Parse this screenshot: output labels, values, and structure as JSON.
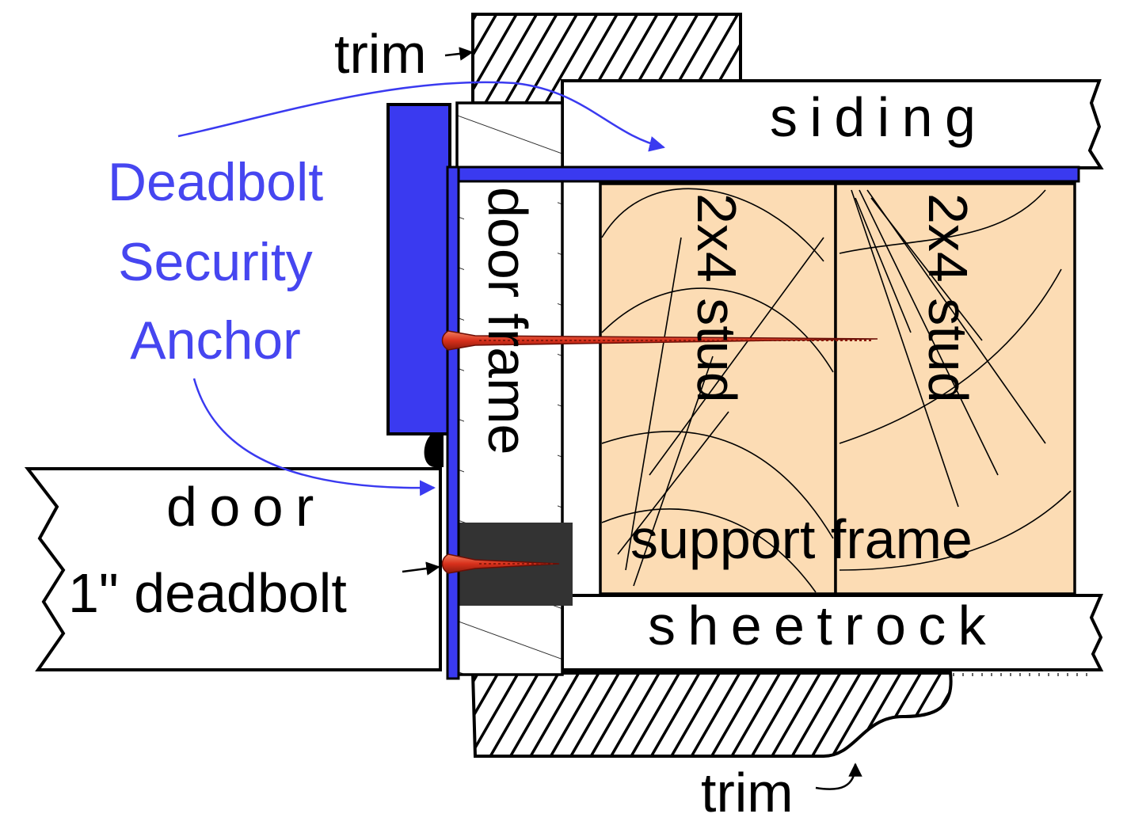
{
  "labels": {
    "trim_top": "trim",
    "trim_bottom": "trim",
    "siding": "siding",
    "sheetrock": "sheetrock",
    "door_frame": "door frame",
    "stud_1": "2x4 stud",
    "stud_2": "2x4 stud",
    "support_frame": "support frame",
    "door": "door",
    "deadbolt": "1\" deadbolt",
    "anchor_line_1": "Deadbolt",
    "anchor_line_2": "Security",
    "anchor_line_3": "Anchor"
  },
  "colors": {
    "anchor_blue": "#3a3af0",
    "label_blue": "#4646f0",
    "stud_wood": "#fcdcb4",
    "screw_red": "#d8301c",
    "deadbolt_pocket": "#333333",
    "outline": "#000000"
  },
  "icons": {
    "screw": "wood-screw-icon",
    "arrow": "arrow-icon"
  }
}
